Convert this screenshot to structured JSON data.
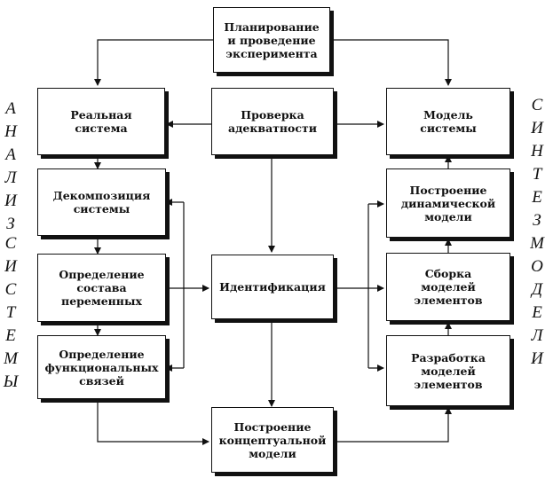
{
  "boxes": {
    "planning": "Планирование\nи проведение\nэксперимента",
    "real_system": "Реальная\nсистема",
    "adequacy_check": "Проверка\nадекватности",
    "system_model": "Модель\nсистемы",
    "decomposition": "Декомпозиция\nсистемы",
    "dynamic_model": "Построение\nдинамической\nмодели",
    "variables": "Определение\nсостава\nпеременных",
    "identification": "Идентификация",
    "assembly": "Сборка\nмоделей\nэлементов",
    "functional_links": "Определение\nфункциональных\nсвязей",
    "element_models": "Разработка\nмоделей\nэлементов",
    "conceptual_model": "Построение\nконцептуальной\nмодели"
  },
  "side_labels": {
    "left_top": "А\nН\nА\nЛ\nИ\nЗ",
    "left_bottom": "С\nИ\nС\nТ\nЕ\nМ\nЫ",
    "right_top": "С\nИ\nН\nТ\nЕ\nЗ",
    "right_bottom": "М\nО\nД\nЕ\nЛ\nИ"
  }
}
